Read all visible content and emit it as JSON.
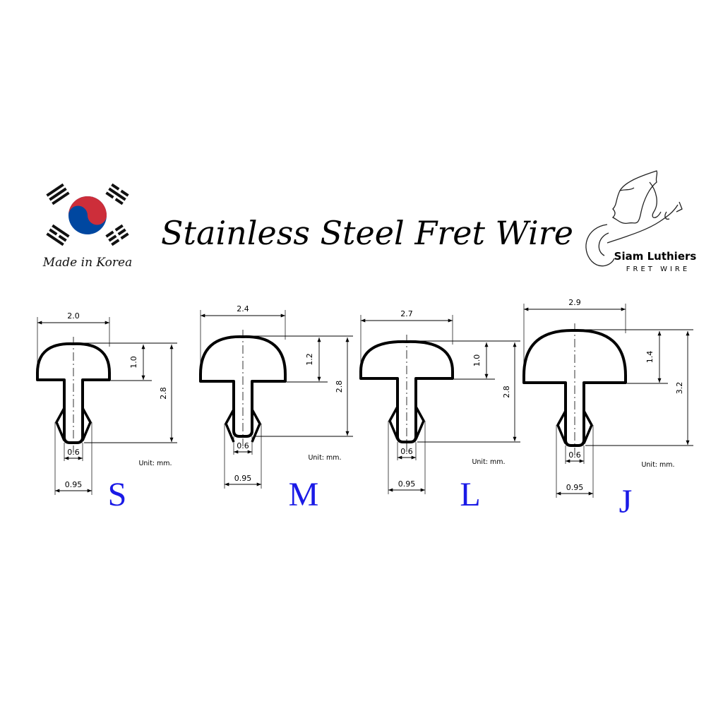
{
  "header": {
    "title": "Stainless Steel Fret Wire",
    "made_in": "Made in Korea",
    "brand_name": "Siam Luthiers",
    "brand_sub": "FRET WIRE"
  },
  "colors": {
    "size_letter": "#1a1ae6",
    "flag_red": "#cd2e3a",
    "flag_blue": "#0047a0",
    "line": "#000000"
  },
  "unit_label": "Unit: mm.",
  "profiles": [
    {
      "letter": "S",
      "crown_width": "2.0",
      "crown_height": "1.0",
      "total_height": "2.8",
      "tang_width": "0.6",
      "barb_width": "0.95"
    },
    {
      "letter": "M",
      "crown_width": "2.4",
      "crown_height": "1.2",
      "total_height": "2.8",
      "tang_width": "0.6",
      "barb_width": "0.95"
    },
    {
      "letter": "L",
      "crown_width": "2.7",
      "crown_height": "1.0",
      "total_height": "2.8",
      "tang_width": "0.6",
      "barb_width": "0.95"
    },
    {
      "letter": "J",
      "crown_width": "2.9",
      "crown_height": "1.4",
      "total_height": "3.2",
      "tang_width": "0.6",
      "barb_width": "0.95"
    }
  ]
}
